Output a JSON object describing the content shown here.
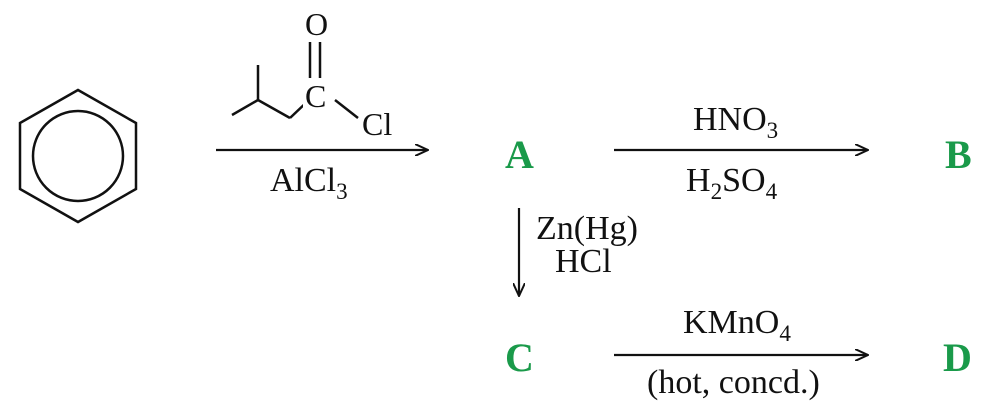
{
  "colors": {
    "compound_label": "#1a9a4a",
    "ink": "#111111"
  },
  "molecules": {
    "benzene": "benzene-ring",
    "acyl_chloride": {
      "carbonyl_o": "O",
      "carbonyl_c": "C",
      "chloride": "Cl"
    }
  },
  "reactions": {
    "step1": {
      "below_main": "AlCl",
      "below_sub": "3"
    },
    "step2": {
      "above_main": "HNO",
      "above_sub": "3",
      "below_h": "H",
      "below_h_sub": "2",
      "below_so": "SO",
      "below_so_sub": "4"
    },
    "step3": {
      "line1": "Zn(Hg)",
      "line2": "HCl"
    },
    "step4": {
      "above_main": "KMnO",
      "above_sub": "4",
      "below": "(hot, concd.)"
    }
  },
  "compounds": {
    "a": "A",
    "b": "B",
    "c": "C",
    "d": "D"
  }
}
